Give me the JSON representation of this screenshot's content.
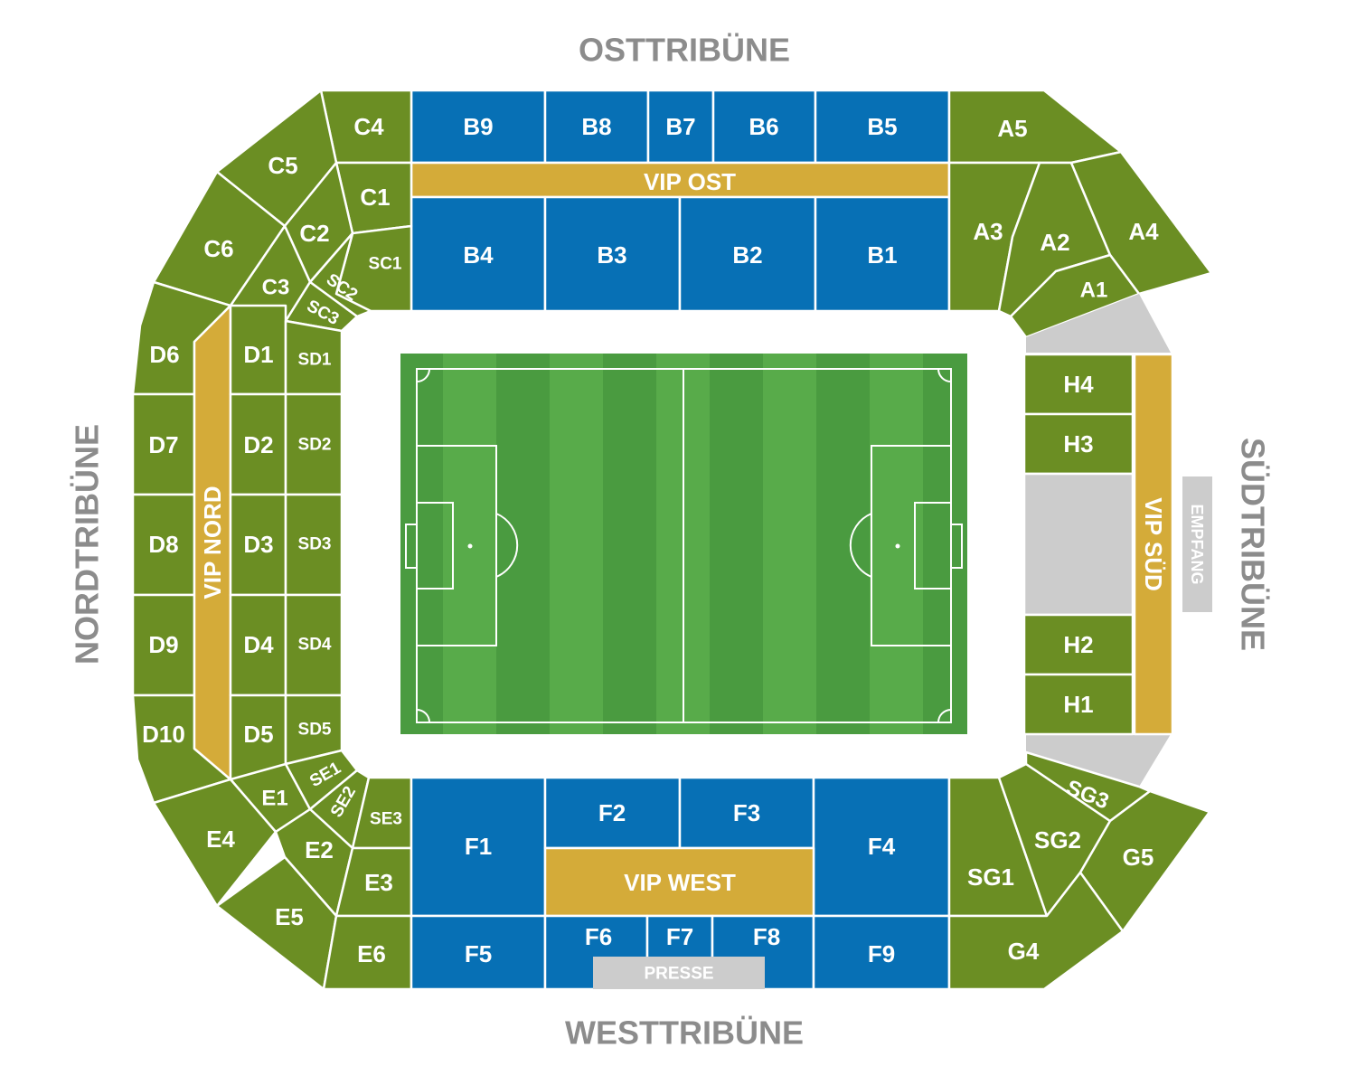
{
  "stands": {
    "east": "OSTTRIBÜNE",
    "west": "WESTTRIBÜNE",
    "north": "NORDTRIBÜNE",
    "south": "SÜDTRIBÜNE"
  },
  "colors": {
    "green": "#6b8e23",
    "blue": "#0770b5",
    "gold": "#d4ab39",
    "grey": "#cccccc",
    "label_grey": "#8c8c8c",
    "pitch_light": "#58ab4a",
    "pitch_dark": "#4a9b40"
  },
  "sections": {
    "B9": "B9",
    "B8": "B8",
    "B7": "B7",
    "B6": "B6",
    "B5": "B5",
    "VIP_OST": "VIP OST",
    "B4": "B4",
    "B3": "B3",
    "B2": "B2",
    "B1": "B1",
    "C4": "C4",
    "C5": "C5",
    "C1": "C1",
    "C2": "C2",
    "C6": "C6",
    "C3": "C3",
    "SC1": "SC1",
    "SC2": "SC2",
    "SC3": "SC3",
    "A5": "A5",
    "A3": "A3",
    "A2": "A2",
    "A4": "A4",
    "A1": "A1",
    "D6": "D6",
    "D7": "D7",
    "D8": "D8",
    "D9": "D9",
    "D10": "D10",
    "D1": "D1",
    "D2": "D2",
    "D3": "D3",
    "D4": "D4",
    "D5": "D5",
    "SD1": "SD1",
    "SD2": "SD2",
    "SD3": "SD3",
    "SD4": "SD4",
    "SD5": "SD5",
    "VIP_NORD": "VIP NORD",
    "E1": "E1",
    "E2": "E2",
    "E3": "E3",
    "E4": "E4",
    "E5": "E5",
    "E6": "E6",
    "SE1": "SE1",
    "SE2": "SE2",
    "SE3": "SE3",
    "F1": "F1",
    "F2": "F2",
    "F3": "F3",
    "F4": "F4",
    "F5": "F5",
    "F6": "F6",
    "F7": "F7",
    "F8": "F8",
    "F9": "F9",
    "VIP_WEST": "VIP WEST",
    "PRESSE": "PRESSE",
    "H1": "H1",
    "H2": "H2",
    "H3": "H3",
    "H4": "H4",
    "VIP_SUED": "VIP SÜD",
    "EMPFANG": "EMPFANG",
    "G4": "G4",
    "G5": "G5",
    "SG1": "SG1",
    "SG2": "SG2",
    "SG3": "SG3"
  }
}
